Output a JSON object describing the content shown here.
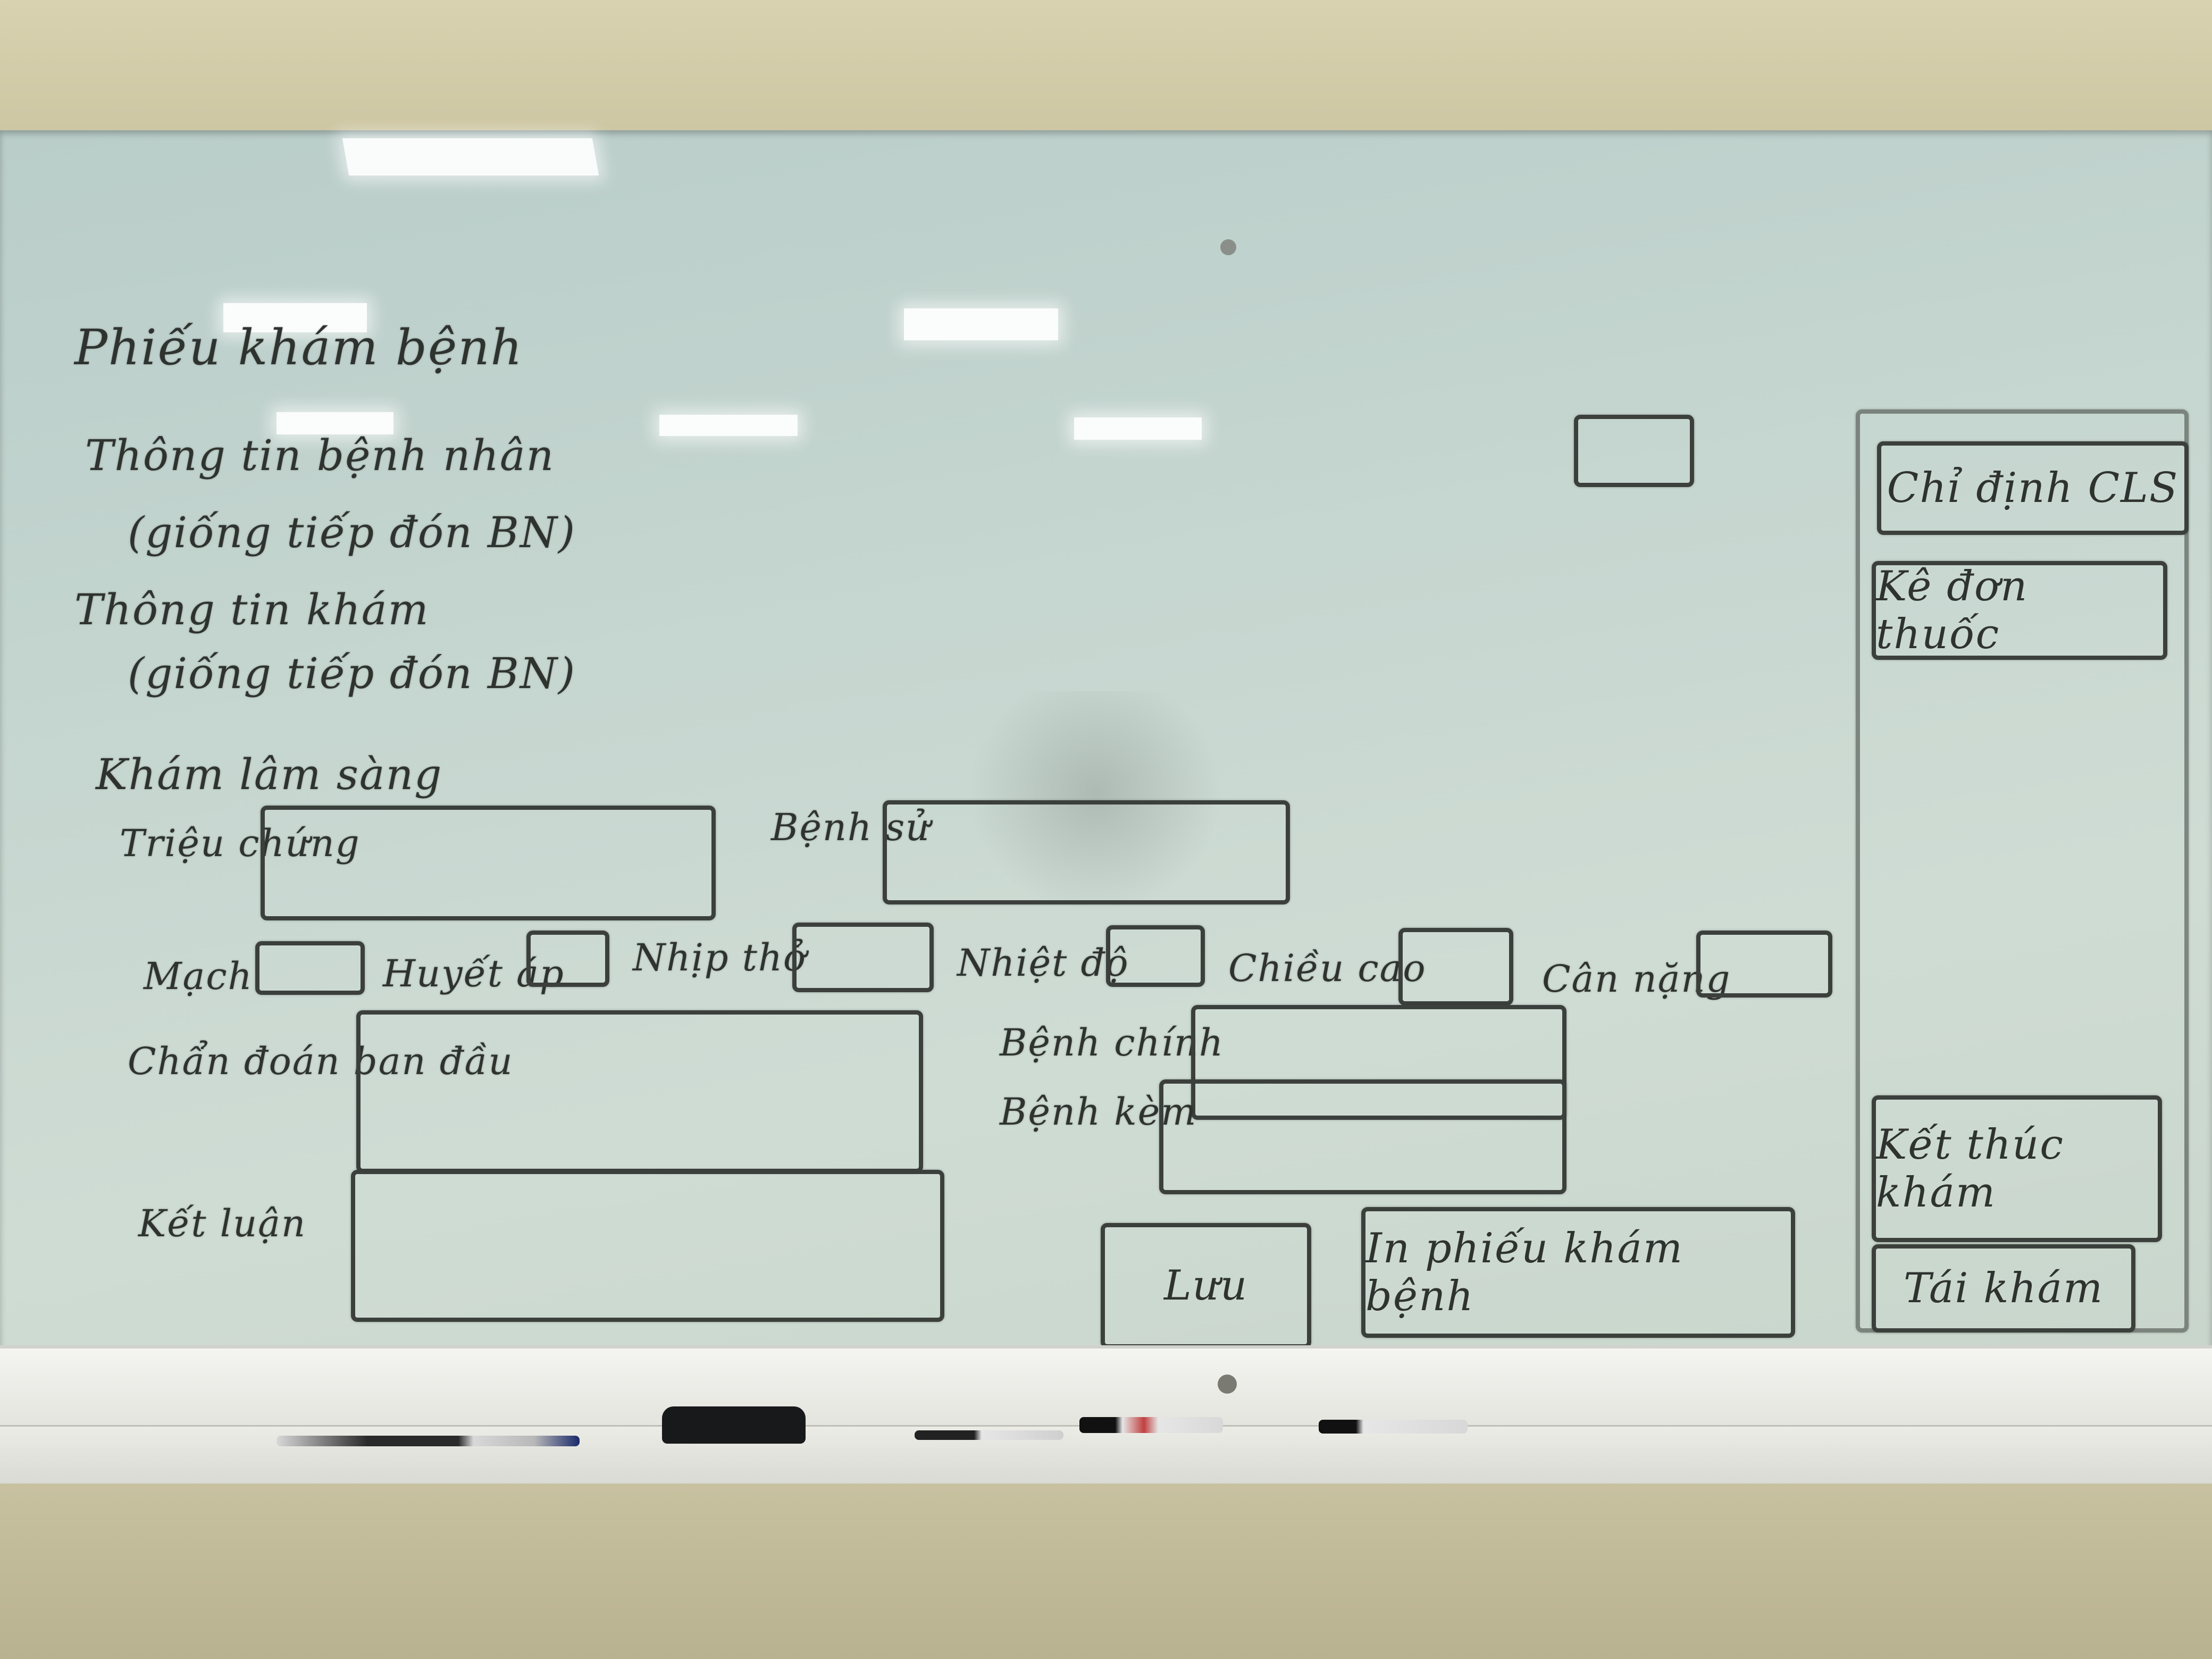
{
  "board": {
    "title": "Phiếu khám bệnh",
    "lines": [
      "Thông tin bệnh nhân",
      "(giống tiếp đón BN)",
      "Thông tin khám",
      "(giống tiếp đón BN)",
      "Khám lâm sàng"
    ],
    "fields": {
      "trieu_chung": "Triệu chứng",
      "benh_su": "Bệnh sử",
      "mach": "Mạch",
      "huyet_ap": "Huyết áp",
      "nhip_tho": "Nhịp thở",
      "nhiet_do": "Nhiệt độ",
      "chieu_cao": "Chiều cao",
      "can_nang": "Cân nặng",
      "chan_doan": "Chẩn đoán ban đầu",
      "benh_chinh": "Bệnh chính",
      "benh_kem": "Bệnh kèm",
      "ket_luan": "Kết luận"
    },
    "buttons": {
      "chi_dinh": "Chỉ định CLS",
      "ke_don": "Kê đơn thuốc",
      "ket_thuc": "Kết thúc khám",
      "tai_kham": "Tái khám",
      "luu": "Lưu",
      "in": "In phiếu khám bệnh"
    }
  }
}
